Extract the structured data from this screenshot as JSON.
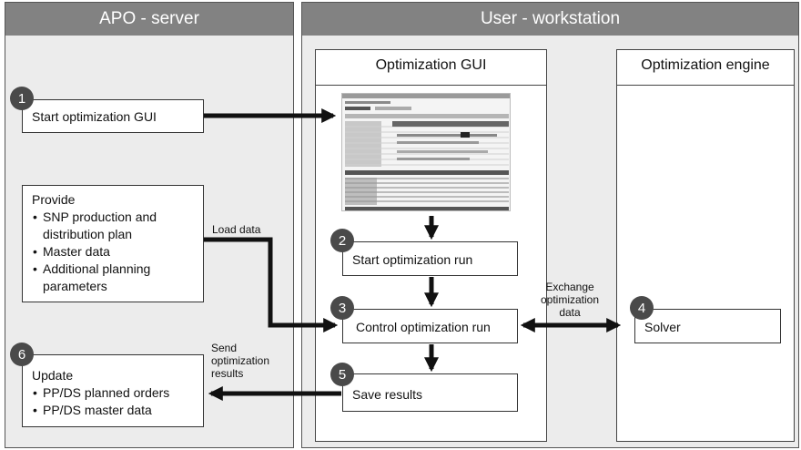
{
  "apo_panel": {
    "title": "APO - server"
  },
  "user_panel": {
    "title": "User - workstation"
  },
  "gui_column": {
    "title": "Optimization GUI"
  },
  "engine_column": {
    "title": "Optimization engine"
  },
  "steps": {
    "start_gui": {
      "number": "1",
      "label": "Start optimization GUI"
    },
    "start_run": {
      "number": "2",
      "label": "Start optimization run"
    },
    "control_run": {
      "number": "3",
      "label": "Control optimization run"
    },
    "solver": {
      "number": "4",
      "label": "Solver"
    },
    "save_results": {
      "number": "5",
      "label": "Save results"
    },
    "update": {
      "number": "6",
      "title": "Update",
      "items": [
        "PP/DS planned orders",
        "PP/DS master data"
      ]
    }
  },
  "provide_box": {
    "title": "Provide",
    "items": [
      "SNP production and distribution plan",
      "Master data",
      "Additional planning parameters"
    ]
  },
  "labels": {
    "load_data": "Load data",
    "exchange": [
      "Exchange",
      "optimization",
      "data"
    ],
    "send": [
      "Send",
      "optimization",
      "results"
    ]
  }
}
